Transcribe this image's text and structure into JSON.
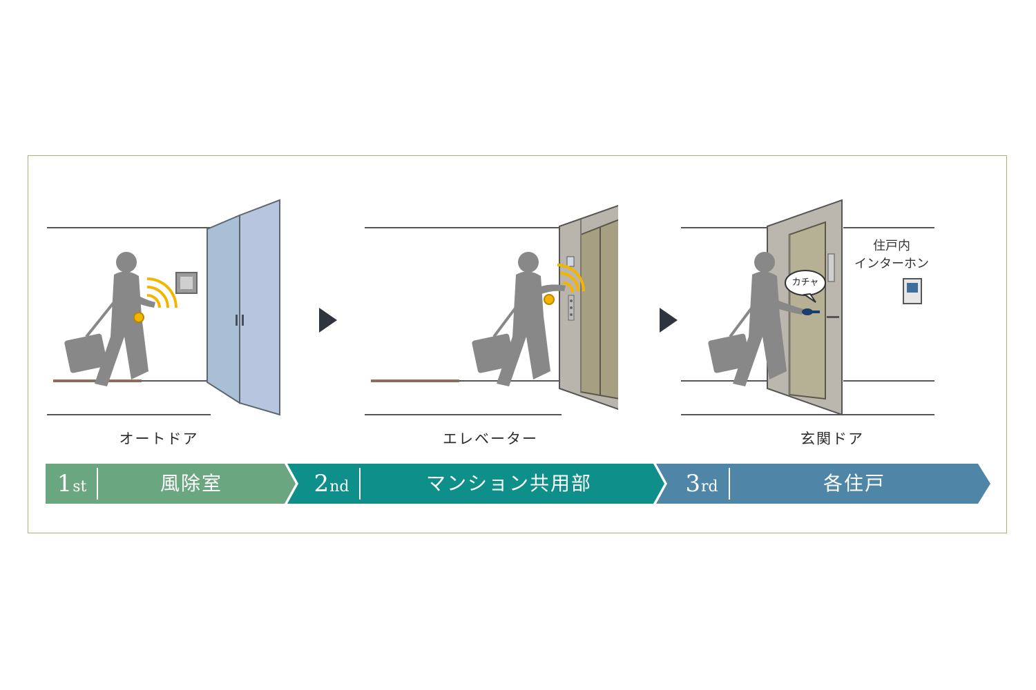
{
  "scenes": [
    {
      "caption": "オートドア"
    },
    {
      "caption": "エレベーター"
    },
    {
      "caption": "玄関ドア"
    }
  ],
  "speech_bubble": "カチャ",
  "intercom_label": {
    "line1": "住戸内",
    "line2": "インターホン"
  },
  "steps": [
    {
      "number": "1",
      "suffix": "st",
      "zone": "風除室",
      "color": "#6aa67f"
    },
    {
      "number": "2",
      "suffix": "nd",
      "zone": "マンション共用部",
      "color": "#0f8f8a"
    },
    {
      "number": "3",
      "suffix": "rd",
      "zone": "各住戸",
      "color": "#4f86a8"
    }
  ],
  "colors": {
    "frame": "#b5ae78",
    "silhouette": "#888888",
    "signal": "#f2b600",
    "arrow": "#2f353d"
  },
  "icons": [
    "signal-waves-icon",
    "key-fob-icon",
    "play-arrow-icon"
  ]
}
